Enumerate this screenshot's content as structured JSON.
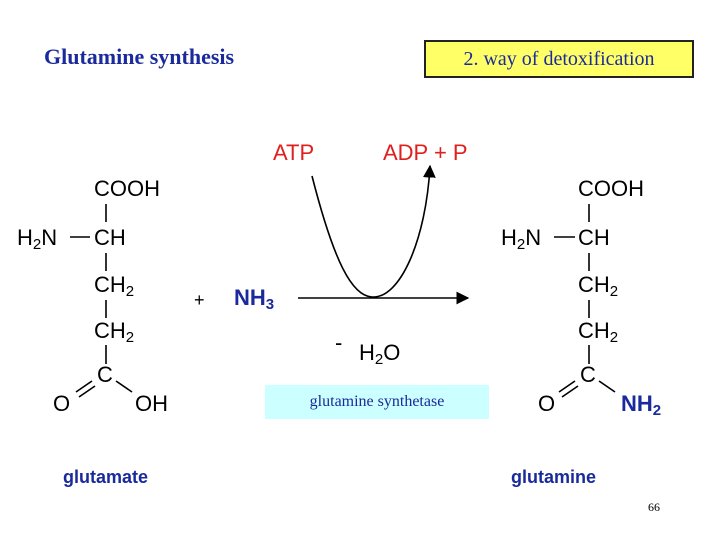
{
  "header": {
    "title": "Glutamine synthesis",
    "badge": "2. way of detoxification"
  },
  "reaction": {
    "atp": "ATP",
    "adp_p": "ADP + P",
    "plus": "+",
    "nh3_main": "NH",
    "nh3_sub": "3",
    "minus": "-",
    "h2o_h": "H",
    "h2o_sub": "2",
    "h2o_o": "O",
    "enzyme": "glutamine synthetase"
  },
  "glutamate": {
    "cooh": "COOH",
    "h2n_h": "H",
    "h2n_sub": "2",
    "h2n_n": "N",
    "ch": "CH",
    "ch2a_main": "CH",
    "ch2a_sub": "2",
    "ch2b_main": "CH",
    "ch2b_sub": "2",
    "c": "C",
    "o": "O",
    "oh": "OH",
    "label": "glutamate"
  },
  "glutamine": {
    "cooh": "COOH",
    "h2n_h": "H",
    "h2n_sub": "2",
    "h2n_n": "N",
    "ch": "CH",
    "ch2a_main": "CH",
    "ch2a_sub": "2",
    "ch2b_main": "CH",
    "ch2b_sub": "2",
    "c": "C",
    "o": "O",
    "nh2_main": "NH",
    "nh2_sub": "2",
    "label": "glutamine"
  },
  "footer": {
    "page_number": "66"
  },
  "colors": {
    "title_blue": "#1a2a9c",
    "reaction_red": "#e0201e",
    "badge_yellow": "#ffff66",
    "enzyme_cyan": "#ccffff"
  }
}
